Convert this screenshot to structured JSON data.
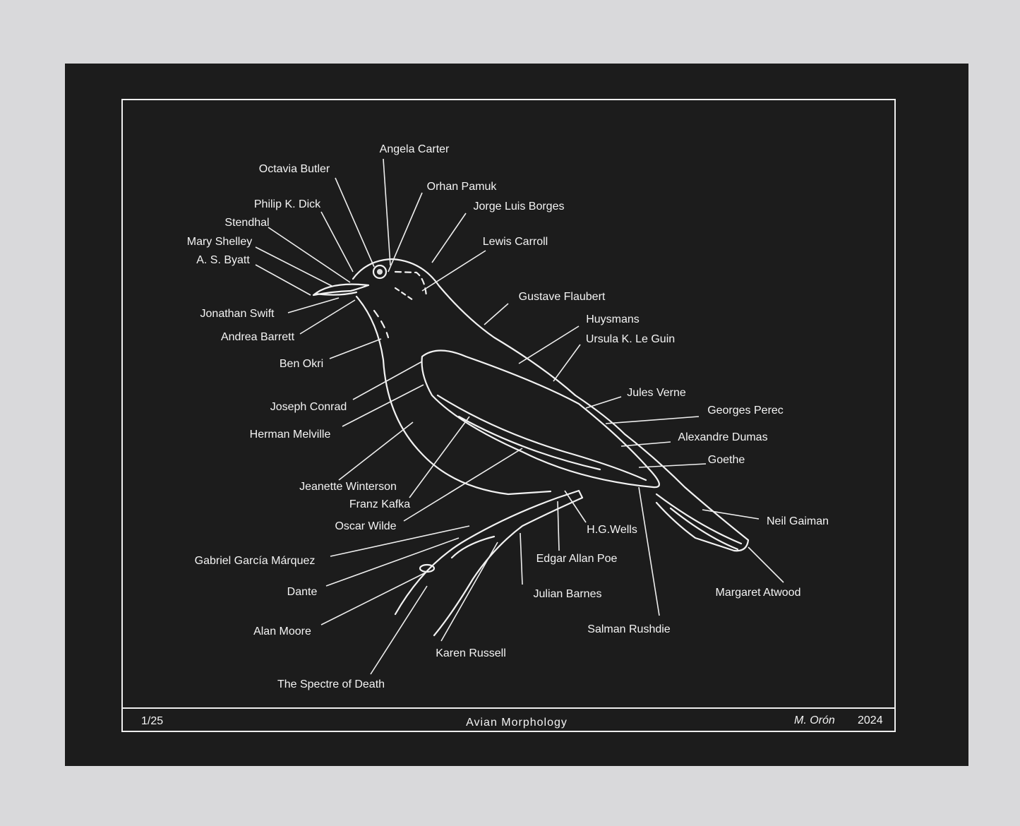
{
  "title": "Avian Morphology",
  "edition": "1/25",
  "signature": "M. Orón",
  "year": "2024",
  "colors": {
    "paper": "#1c1c1c",
    "ink": "#f2f2f2",
    "wall": "#d9d9db"
  },
  "labels": [
    "Angela Carter",
    "Octavia Butler",
    "Orhan Pamuk",
    "Philip K. Dick",
    "Jorge Luis Borges",
    "Stendhal",
    "Mary Shelley",
    "Lewis Carroll",
    "A. S. Byatt",
    "Jonathan Swift",
    "Gustave Flaubert",
    "Andrea Barrett",
    "Huysmans",
    "Ursula K. Le Guin",
    "Ben Okri",
    "Joseph Conrad",
    "Jules Verne",
    "Georges Perec",
    "Herman Melville",
    "Alexandre Dumas",
    "Goethe",
    "Jeanette Winterson",
    "Franz Kafka",
    "Neil Gaiman",
    "Oscar Wilde",
    "H.G.Wells",
    "Edgar Allan Poe",
    "Gabriel García Márquez",
    "Dante",
    "Julian Barnes",
    "Margaret Atwood",
    "Alan Moore",
    "Salman Rushdie",
    "Karen Russell",
    "The Spectre of Death"
  ]
}
